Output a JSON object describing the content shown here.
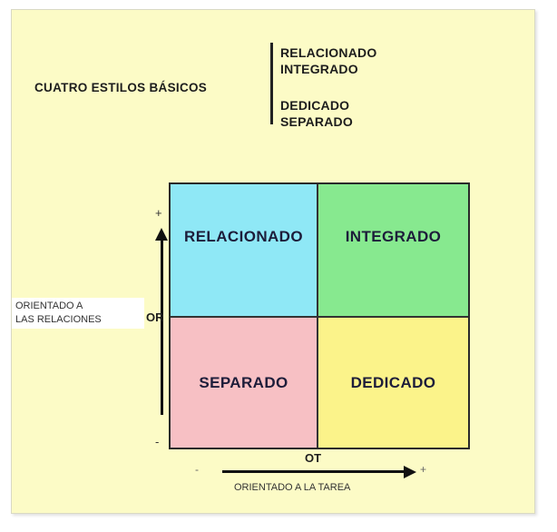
{
  "header": {
    "title": "CUATRO ESTILOS BÁSICOS",
    "styles_top": [
      "RELACIONADO",
      "INTEGRADO"
    ],
    "styles_bottom": [
      "DEDICADO",
      "SEPARADO"
    ]
  },
  "quadrants": {
    "top_left": "RELACIONADO",
    "top_right": "INTEGRADO",
    "bottom_left": "SEPARADO",
    "bottom_right": "DEDICADO"
  },
  "y_axis": {
    "code": "OR",
    "label_line1": "ORIENTADO A",
    "label_line2": "LAS RELACIONES",
    "high": "+",
    "low": "-"
  },
  "x_axis": {
    "code": "OT",
    "label": "ORIENTADO A LA TAREA",
    "low": "-",
    "high": "+"
  },
  "colors": {
    "background": "#fcfbc6",
    "relacionado": "#8fe8f6",
    "integrado": "#87e98f",
    "separado": "#f7c0c4",
    "dedicado": "#fbf38a"
  }
}
